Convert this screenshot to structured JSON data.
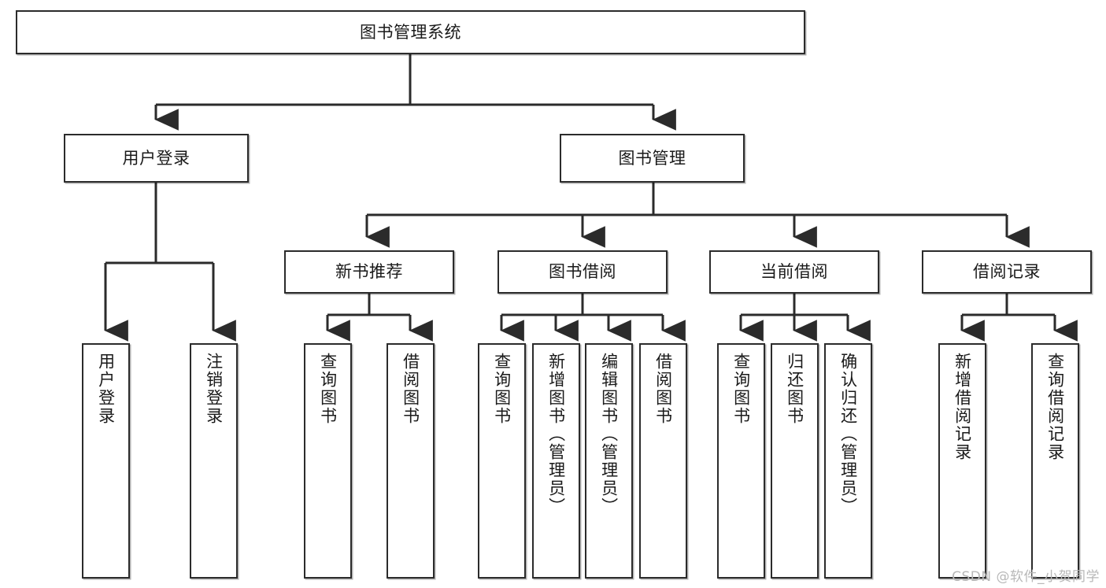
{
  "diagram": {
    "title": "图书管理系统",
    "type": "tree-hierarchy",
    "colors": {
      "stroke": "#2b2b2b",
      "fill": "#ffffff",
      "text": "#1a1a1a",
      "watermark": "#b8b8b8"
    },
    "levels": {
      "root": {
        "label": "图书管理系统"
      },
      "level2": [
        {
          "id": "user-login",
          "label": "用户登录"
        },
        {
          "id": "book-management",
          "label": "图书管理"
        }
      ],
      "level3": [
        {
          "id": "new-book-recommend",
          "label": "新书推荐",
          "parent": "book-management"
        },
        {
          "id": "book-borrow",
          "label": "图书借阅",
          "parent": "book-management"
        },
        {
          "id": "current-borrow",
          "label": "当前借阅",
          "parent": "book-management"
        },
        {
          "id": "borrow-record",
          "label": "借阅记录",
          "parent": "book-management"
        }
      ],
      "leaves": [
        {
          "id": "leaf-user-login",
          "label": "用户登录",
          "parent": "user-login"
        },
        {
          "id": "leaf-user-logout",
          "label": "注销登录",
          "parent": "user-login"
        },
        {
          "id": "leaf-query-book-1",
          "label": "查询图书",
          "parent": "new-book-recommend"
        },
        {
          "id": "leaf-borrow-book-1",
          "label": "借阅图书",
          "parent": "new-book-recommend"
        },
        {
          "id": "leaf-query-book-2",
          "label": "查询图书",
          "parent": "book-borrow"
        },
        {
          "id": "leaf-add-book",
          "label": "新增图书（管理员）",
          "parent": "book-borrow"
        },
        {
          "id": "leaf-edit-book",
          "label": "编辑图书（管理员）",
          "parent": "book-borrow"
        },
        {
          "id": "leaf-borrow-book-2",
          "label": "借阅图书",
          "parent": "book-borrow"
        },
        {
          "id": "leaf-query-book-3",
          "label": "查询图书",
          "parent": "current-borrow"
        },
        {
          "id": "leaf-return-book",
          "label": "归还图书",
          "parent": "current-borrow"
        },
        {
          "id": "leaf-confirm-return",
          "label": "确认归还（管理员）",
          "parent": "current-borrow"
        },
        {
          "id": "leaf-add-record",
          "label": "新增借阅记录",
          "parent": "borrow-record"
        },
        {
          "id": "leaf-query-record",
          "label": "查询借阅记录",
          "parent": "borrow-record"
        }
      ]
    }
  },
  "watermark": "CSDN @软件_小贺同学"
}
